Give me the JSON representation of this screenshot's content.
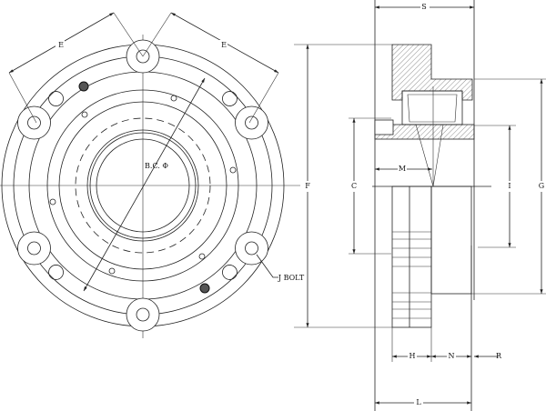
{
  "front_view": {
    "labels": {
      "e_left": "E",
      "e_right": "E",
      "bolt_circle": "B.C. Φ",
      "bolt": "J BOLT"
    }
  },
  "side_view": {
    "labels": {
      "s": "S",
      "f": "F",
      "c": "C",
      "m": "M",
      "i": "I",
      "g": "G",
      "h": "H",
      "n": "N",
      "r": "R",
      "l": "L"
    }
  }
}
